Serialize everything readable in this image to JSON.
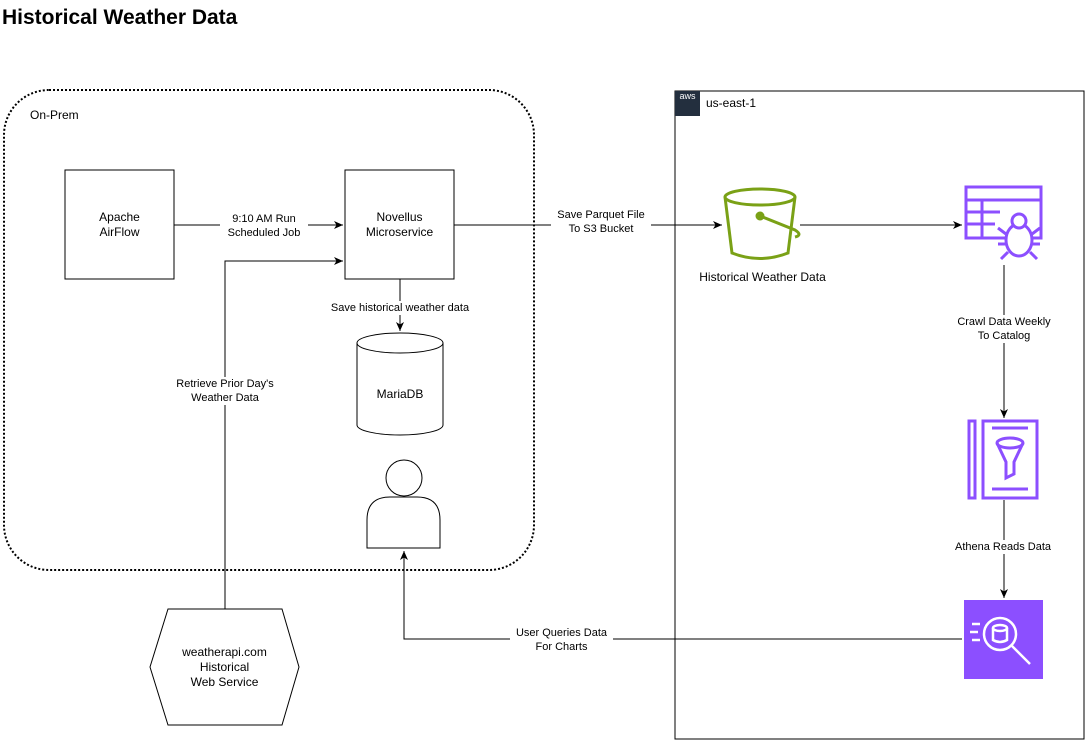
{
  "title": "Historical Weather Data",
  "groups": {
    "on_prem": {
      "label": "On-Prem"
    },
    "aws_region": {
      "label": "us-east-1",
      "logo_text": "aws",
      "logo_color": "#232f3e"
    }
  },
  "nodes": {
    "airflow": {
      "line1": "Apache",
      "line2": "AirFlow"
    },
    "novellus": {
      "line1": "Novellus",
      "line2": "Microservice"
    },
    "mariadb": {
      "label": "MariaDB"
    },
    "weatherapi": {
      "line1": "weatherapi.com",
      "line2": "Historical",
      "line3": "Web Service"
    },
    "s3_bucket": {
      "label": "Historical Weather Data",
      "icon": "s3-bucket-icon",
      "color": "#7aa116"
    },
    "glue_crawler": {
      "icon": "glue-crawler-icon",
      "color": "#8c4fff"
    },
    "glue_catalog": {
      "icon": "glue-data-catalog-icon",
      "color": "#8c4fff"
    },
    "athena": {
      "icon": "athena-icon",
      "color": "#8c4fff"
    },
    "user": {
      "icon": "user-icon"
    }
  },
  "edges": {
    "airflow_to_novellus": {
      "line1": "9:10 AM Run",
      "line2": "Scheduled Job"
    },
    "weatherapi_to_novellus": {
      "line1": "Retrieve Prior Day's",
      "line2": "Weather Data"
    },
    "novellus_to_mariadb": {
      "label": "Save historical weather data"
    },
    "novellus_to_s3": {
      "line1": "Save Parquet File",
      "line2": "To S3 Bucket"
    },
    "crawler_to_catalog": {
      "line1": "Crawl Data Weekly",
      "line2": "To Catalog"
    },
    "catalog_to_athena": {
      "label": "Athena Reads Data"
    },
    "athena_to_user": {
      "line1": "User Queries Data",
      "line2": "For Charts"
    }
  }
}
